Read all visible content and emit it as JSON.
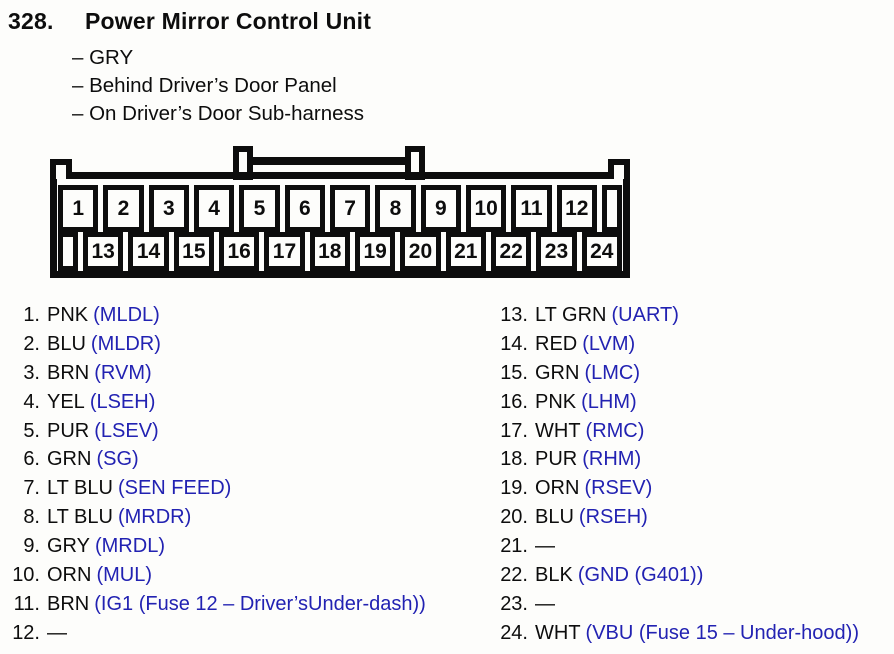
{
  "page": {
    "background": "#fdfdfb",
    "ink_color": "#0d0d0d",
    "signal_color": "#2222b2"
  },
  "header": {
    "number": "328.",
    "title": "Power Mirror Control Unit",
    "details": [
      "– GRY",
      "– Behind Driver’s Door Panel",
      "– On Driver’s Door Sub-harness"
    ]
  },
  "connector": {
    "top_row_pins": [
      "1",
      "2",
      "3",
      "4",
      "5",
      "6",
      "7",
      "8",
      "9",
      "10",
      "11",
      "12"
    ],
    "bottom_row_pins": [
      "13",
      "14",
      "15",
      "16",
      "17",
      "18",
      "19",
      "20",
      "21",
      "22",
      "23",
      "24"
    ]
  },
  "pinout": {
    "left_column": [
      {
        "num": "1.",
        "wire": "PNK",
        "signal": "(MLDL)"
      },
      {
        "num": "2.",
        "wire": "BLU",
        "signal": "(MLDR)"
      },
      {
        "num": "3.",
        "wire": "BRN",
        "signal": "(RVM)"
      },
      {
        "num": "4.",
        "wire": "YEL",
        "signal": "(LSEH)"
      },
      {
        "num": "5.",
        "wire": "PUR",
        "signal": "(LSEV)"
      },
      {
        "num": "6.",
        "wire": "GRN",
        "signal": "(SG)"
      },
      {
        "num": "7.",
        "wire": "LT BLU",
        "signal": "(SEN FEED)"
      },
      {
        "num": "8.",
        "wire": "LT BLU",
        "signal": "(MRDR)"
      },
      {
        "num": "9.",
        "wire": "GRY",
        "signal": "(MRDL)"
      },
      {
        "num": "10.",
        "wire": "ORN",
        "signal": "(MUL)"
      },
      {
        "num": "11.",
        "wire": "BRN",
        "signal": "(IG1 (Fuse 12 – Driver’sUnder-dash))"
      },
      {
        "num": "12.",
        "wire": "—",
        "signal": ""
      }
    ],
    "right_column": [
      {
        "num": "13.",
        "wire": "LT GRN",
        "signal": "(UART)"
      },
      {
        "num": "14.",
        "wire": "RED",
        "signal": "(LVM)"
      },
      {
        "num": "15.",
        "wire": "GRN",
        "signal": "(LMC)"
      },
      {
        "num": "16.",
        "wire": "PNK",
        "signal": "(LHM)"
      },
      {
        "num": "17.",
        "wire": "WHT",
        "signal": "(RMC)"
      },
      {
        "num": "18.",
        "wire": "PUR",
        "signal": "(RHM)"
      },
      {
        "num": "19.",
        "wire": "ORN",
        "signal": "(RSEV)"
      },
      {
        "num": "20.",
        "wire": "BLU",
        "signal": "(RSEH)"
      },
      {
        "num": "21.",
        "wire": "—",
        "signal": ""
      },
      {
        "num": "22.",
        "wire": "BLK",
        "signal": "(GND (G401))"
      },
      {
        "num": "23.",
        "wire": "—",
        "signal": ""
      },
      {
        "num": "24.",
        "wire": "WHT",
        "signal": "(VBU (Fuse 15 – Under-hood))"
      }
    ]
  }
}
